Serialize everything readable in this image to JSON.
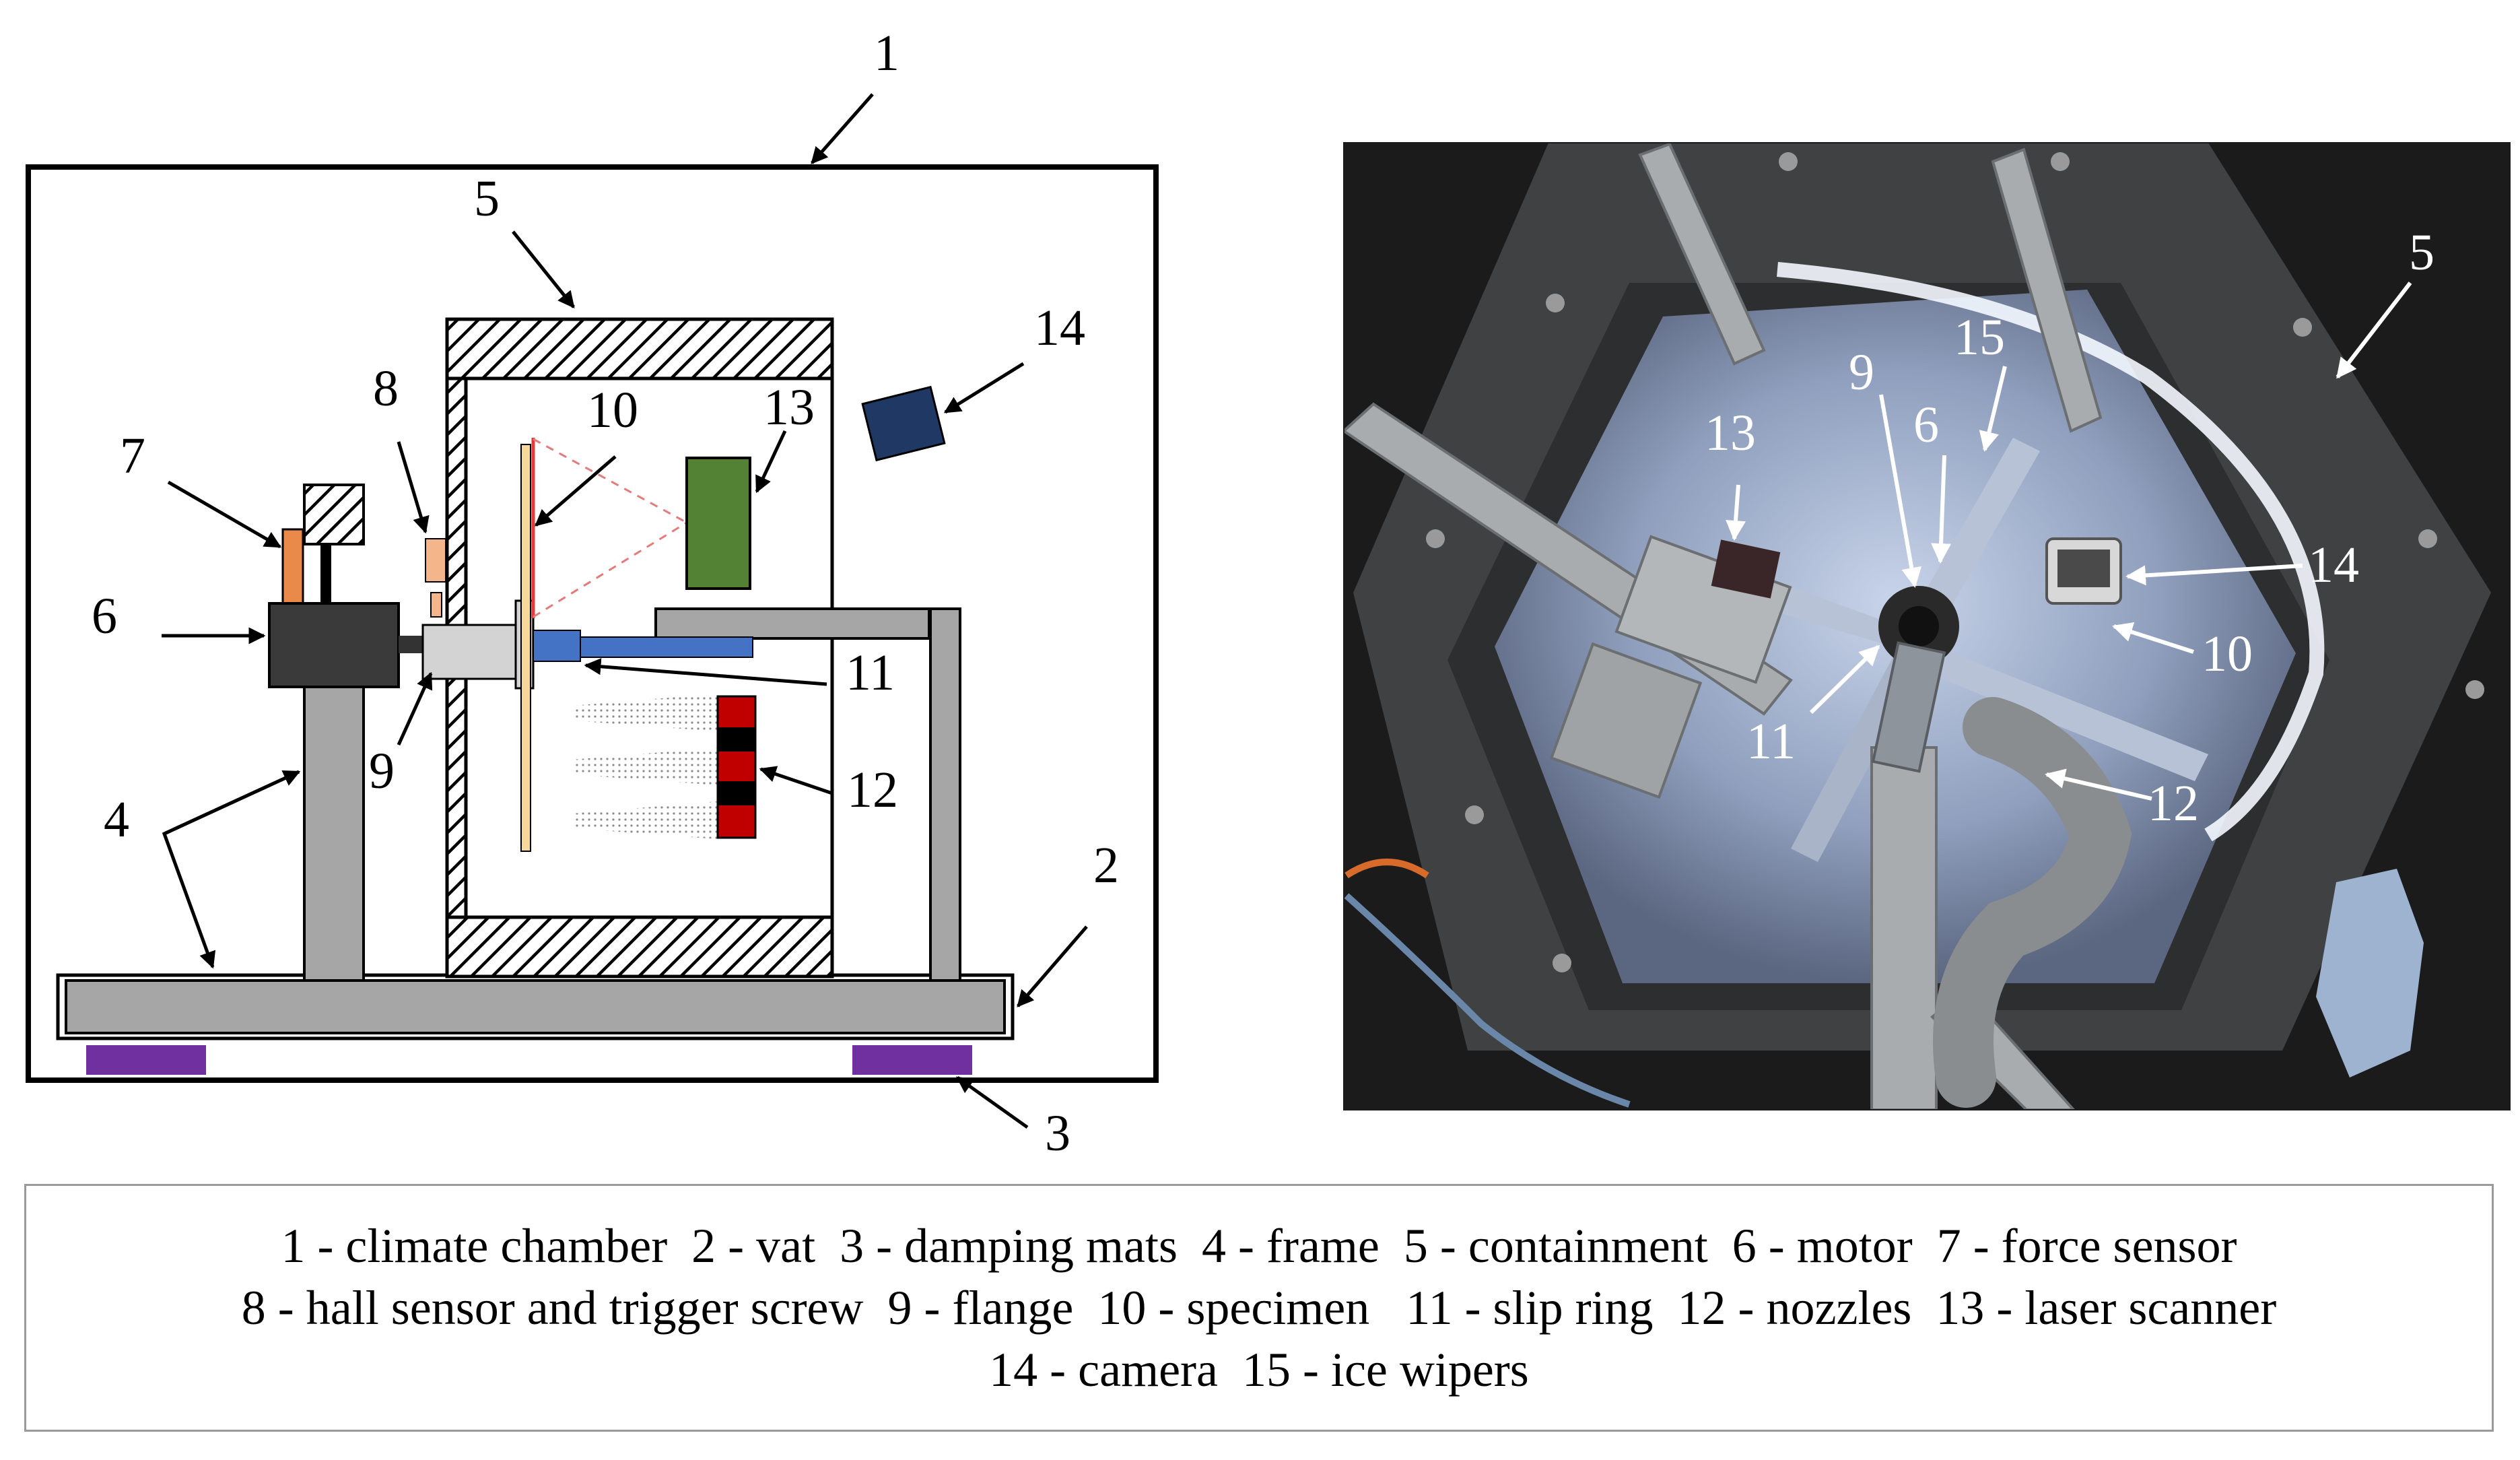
{
  "diagram": {
    "callouts": [
      "1",
      "2",
      "3",
      "4",
      "5",
      "6",
      "7",
      "8",
      "9",
      "10",
      "11",
      "12",
      "13",
      "14"
    ]
  },
  "photo": {
    "callouts": [
      "5",
      "9",
      "6",
      "15",
      "13",
      "14",
      "10",
      "11",
      "12"
    ]
  },
  "legend": {
    "line1": "1 - climate chamber  2 - vat  3 - damping mats  4 - frame  5 - containment  6 - motor  7 - force sensor",
    "line2": "8 - hall sensor and trigger screw  9 - flange  10 - specimen   11 - slip ring  12 - nozzles  13 - laser scanner",
    "line3": "14 - camera  15 - ice wipers"
  },
  "colors": {
    "force_sensor": "#e9894a",
    "hall_sensor": "#f4b58a",
    "motor": "#3a3a3a",
    "frame": "#a6a6a6",
    "flange": "#d3d3d3",
    "slip_ring": "#4472c4",
    "specimen": "#f5d89a",
    "specimen_edge": "#e23a3a",
    "laser_scanner": "#548235",
    "camera": "#203864",
    "nozzle_red": "#c00000",
    "damping_mats": "#7030a0",
    "photo_background": "#1b1b1b",
    "containment_plate": "#3f4143",
    "ice_blue": "#9fb0cc"
  }
}
